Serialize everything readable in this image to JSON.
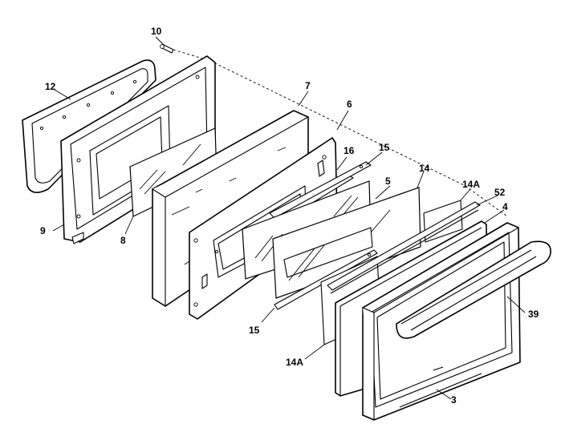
{
  "callouts": {
    "c10": "10",
    "c12": "12",
    "c7": "7",
    "c6": "6",
    "c16": "16",
    "c15a": "15",
    "c14": "14",
    "c14a_top": "14A",
    "c52": "52",
    "c5": "5",
    "c4": "4",
    "c9": "9",
    "c8": "8",
    "c39": "39",
    "c15b": "15",
    "c14a_bottom": "14A",
    "c3": "3"
  },
  "colors": {
    "line": "#000000",
    "background": "#ffffff"
  }
}
